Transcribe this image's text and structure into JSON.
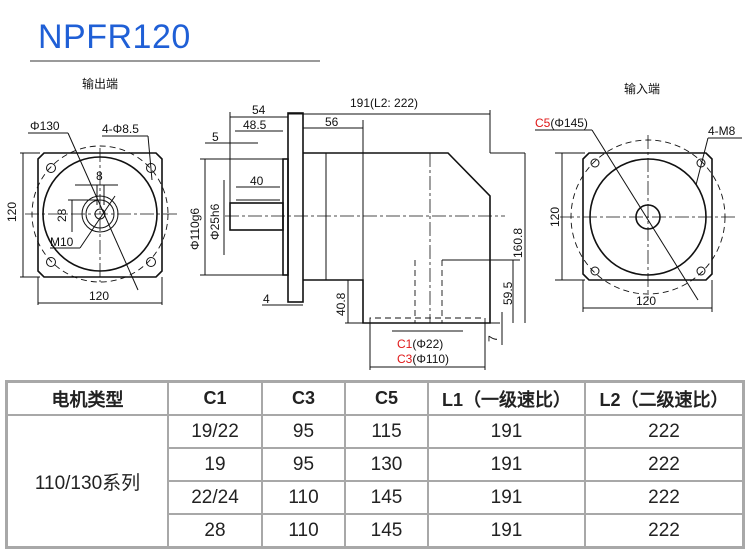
{
  "title": "NPFR120",
  "views": {
    "output_end": {
      "label": "输出端",
      "phi130": "Φ130",
      "holes": "4-Φ8.5",
      "key": "8",
      "d28": "28",
      "m10": "M10",
      "h120": "120",
      "w120": "120"
    },
    "side": {
      "d54": "54",
      "d48_5": "48.5",
      "d5": "5",
      "d40": "40",
      "d56": "56",
      "len": "191(L2: 222)",
      "phi110": "Φ110g6",
      "phi25": "Φ25h6",
      "d4": "4",
      "d40_8": "40.8",
      "d160_8": "160.8",
      "d59_5": "59.5",
      "d7": "7",
      "c1": "C1",
      "c1v": "(Φ22)",
      "c3": "C3",
      "c3v": "(Φ110)"
    },
    "input_end": {
      "label": "输入端",
      "c5": "C5",
      "c5v": "(Φ145)",
      "holes": "4-M8",
      "h120": "120",
      "w120": "120"
    }
  },
  "table": {
    "headers": [
      "电机类型",
      "C1",
      "C3",
      "C5",
      "L1（一级速比）",
      "L2（二级速比）"
    ],
    "group": "110/130系列",
    "rows": [
      [
        "19/22",
        "95",
        "115",
        "191",
        "222"
      ],
      [
        "19",
        "95",
        "130",
        "191",
        "222"
      ],
      [
        "22/24",
        "110",
        "145",
        "191",
        "222"
      ],
      [
        "28",
        "110",
        "145",
        "191",
        "222"
      ]
    ]
  },
  "colors": {
    "title": "#1f5fd6",
    "highlight": "#e01818",
    "border": "#a8a8a8"
  }
}
